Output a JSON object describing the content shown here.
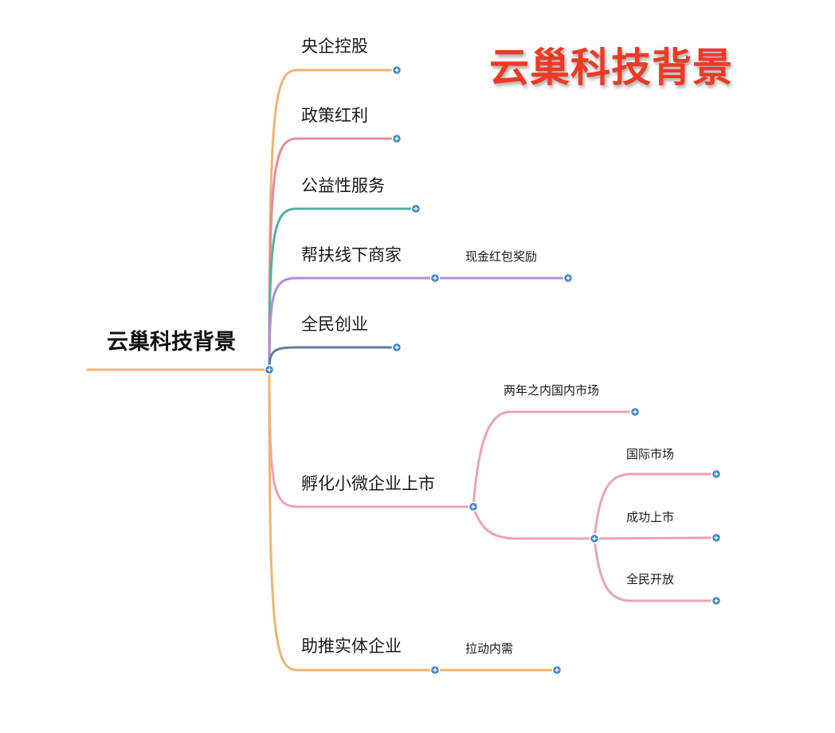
{
  "banner": {
    "title": "云巢科技背景",
    "color": "#ee3a24"
  },
  "mindmap": {
    "root": {
      "label": "云巢科技背景",
      "branch_color": "#eeb46e"
    },
    "branches": [
      {
        "label": "央企控股",
        "color": "#eeb46e",
        "children": []
      },
      {
        "label": "政策红利",
        "color": "#e48a9a",
        "children": []
      },
      {
        "label": "公益性服务",
        "color": "#52b29e",
        "children": []
      },
      {
        "label": "帮扶线下商家",
        "color": "#b58ad6",
        "children": [
          {
            "label": "现金红包奖励",
            "children": []
          }
        ]
      },
      {
        "label": "全民创业",
        "color": "#5c7f9e",
        "children": []
      },
      {
        "label": "孵化小微企业上市",
        "color": "#eaa3b0",
        "children": [
          {
            "label": "两年之内国内市场",
            "children": []
          },
          {
            "label": "",
            "children": [
              {
                "label": "国际市场"
              },
              {
                "label": "成功上市"
              },
              {
                "label": "全民开放"
              }
            ]
          }
        ]
      },
      {
        "label": "助推实体企业",
        "color": "#eeb46e",
        "children": [
          {
            "label": "拉动内需",
            "children": []
          }
        ]
      }
    ],
    "node_dot_color": "#3a86c8"
  }
}
